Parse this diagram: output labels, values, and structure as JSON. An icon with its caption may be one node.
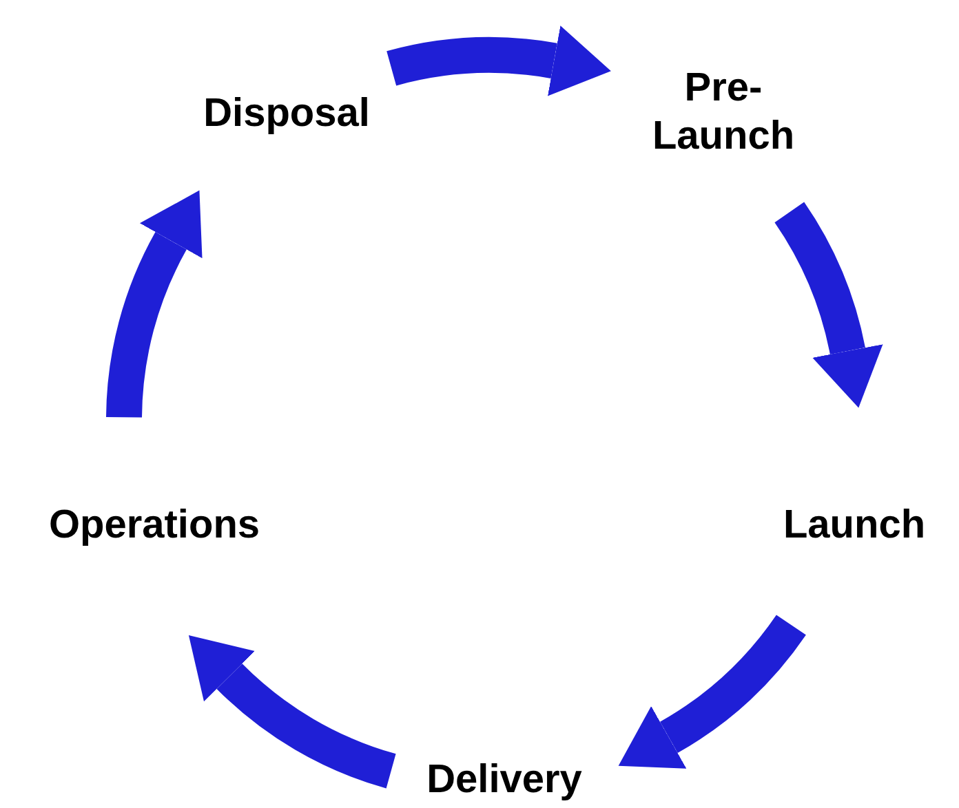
{
  "diagram": {
    "nodes": [
      {
        "text": [
          "Disposal"
        ]
      },
      {
        "text": [
          "Pre- Launch"
        ]
      },
      {
        "text": [
          "Launch"
        ]
      },
      {
        "text": [
          "Delivery"
        ]
      },
      {
        "text": [
          "Operations"
        ]
      }
    ],
    "edges": [
      {
        "from": 0,
        "to": 1,
        "arrow": "to"
      },
      {
        "from": 1,
        "to": 2,
        "arrow": "to"
      },
      {
        "from": 2,
        "to": 3,
        "arrow": "to"
      },
      {
        "from": 3,
        "to": 4,
        "arrow": "to"
      },
      {
        "from": 4,
        "to": 0,
        "arrow": "to"
      }
    ]
  }
}
